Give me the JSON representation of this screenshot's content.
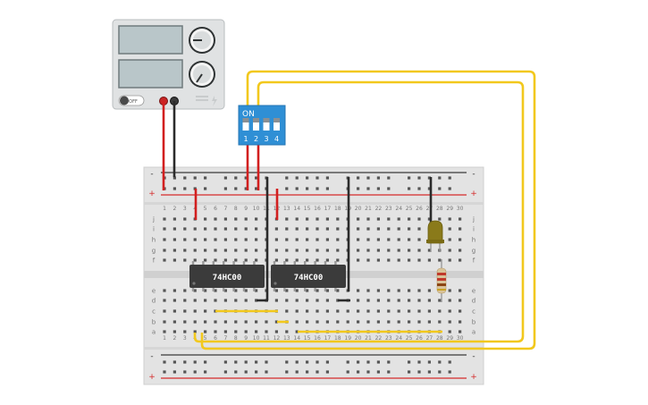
{
  "power_supply": {
    "off_label": "OFF"
  },
  "dip_switch": {
    "on_label": "ON",
    "numbers": [
      "1",
      "2",
      "3",
      "4"
    ],
    "color": "#2f8fd5"
  },
  "chips": [
    {
      "label": "74HC00"
    },
    {
      "label": "74HC00"
    }
  ],
  "breadboard": {
    "plus_label": "+",
    "minus_label": "-",
    "row_letters_top": [
      "j",
      "i",
      "h",
      "g",
      "f"
    ],
    "row_letters_bottom": [
      "e",
      "d",
      "c",
      "b",
      "a"
    ],
    "column_numbers": [
      "1",
      "2",
      "3",
      "4",
      "5",
      "6",
      "7",
      "8",
      "9",
      "10",
      "11",
      "12",
      "13",
      "14",
      "15",
      "16",
      "17",
      "18",
      "19",
      "20",
      "21",
      "22",
      "23",
      "24",
      "25",
      "26",
      "27",
      "28",
      "29",
      "30"
    ],
    "board_color": "#e3e3e3",
    "rail_red": "#d42a2a",
    "rail_dark": "#3a3a3a"
  },
  "wire_colors": {
    "red": "#d21f1f",
    "black": "#2b2b2b",
    "yellow": "#f2c81d"
  },
  "components": {
    "led_color": "#8a7a1a",
    "resistor_color": "#d9c39a"
  }
}
